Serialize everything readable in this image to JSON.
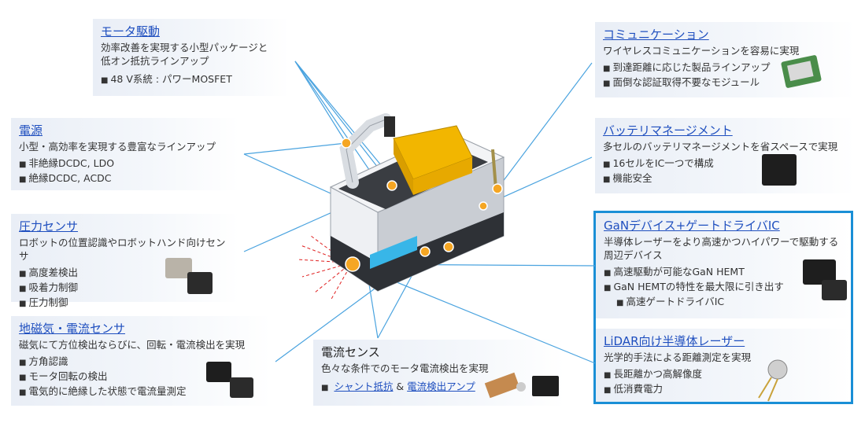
{
  "motor": {
    "title": "モータ駆動",
    "desc1": "効率改善を実現する小型パッケージと",
    "desc2": "低オン抵抗ラインアップ",
    "b1": "48 V系統 : パワーMOSFET"
  },
  "power": {
    "title": "電源",
    "desc": "小型・高効率を実現する豊富なラインアップ",
    "b1": "非絶縁DCDC, LDO",
    "b2": "絶縁DCDC, ACDC"
  },
  "pressure": {
    "title": "圧力センサ",
    "desc": "ロボットの位置認識やロボットハンド向けセンサ",
    "b1": "高度差検出",
    "b2": "吸着力制御",
    "b3": "圧力制御"
  },
  "magnetic": {
    "title": "地磁気・電流センサ",
    "desc": "磁気にて方位検出ならびに、回転・電流検出を実現",
    "b1": "方角認識",
    "b2": "モータ回転の検出",
    "b3": "電気的に絶縁した状態で電流量測定"
  },
  "current": {
    "title": "電流センス",
    "desc": "色々な条件でのモータ電流検出を実現",
    "link1": "シャント抵抗",
    "amp": " & ",
    "link2": "電流検出アンプ"
  },
  "comm": {
    "title": "コミュニケーション",
    "desc": "ワイヤレスコミュニケーションを容易に実現",
    "b1": "到達距離に応じた製品ラインアップ",
    "b2": "面倒な認証取得不要なモジュール"
  },
  "battery": {
    "title": "バッテリマネージメント",
    "desc": "多セルのバッテリマネージメントを省スペースで実現",
    "b1": "16セルをIC一つで構成",
    "b2": "機能安全"
  },
  "gan": {
    "title": "GaNデバイス+ゲートドライバIC",
    "desc1": "半導体レーザーをより高速かつハイパワーで駆動する",
    "desc2": "周辺デバイス",
    "b1": "高速駆動が可能なGaN HEMT",
    "b2": "GaN HEMTの特性を最大限に引き出す",
    "b2b": "高速ゲートドライバIC"
  },
  "lidar": {
    "title": "LiDAR向け半導体レーザー",
    "desc": "光学的手法による距離測定を実現",
    "b1": "長距離かつ高解像度",
    "b2": "低消費電力"
  },
  "colors": {
    "link": "#1f4fbf",
    "accent": "#f5a623",
    "highlight": "#1a8fd6",
    "line": "#4aa3df"
  }
}
